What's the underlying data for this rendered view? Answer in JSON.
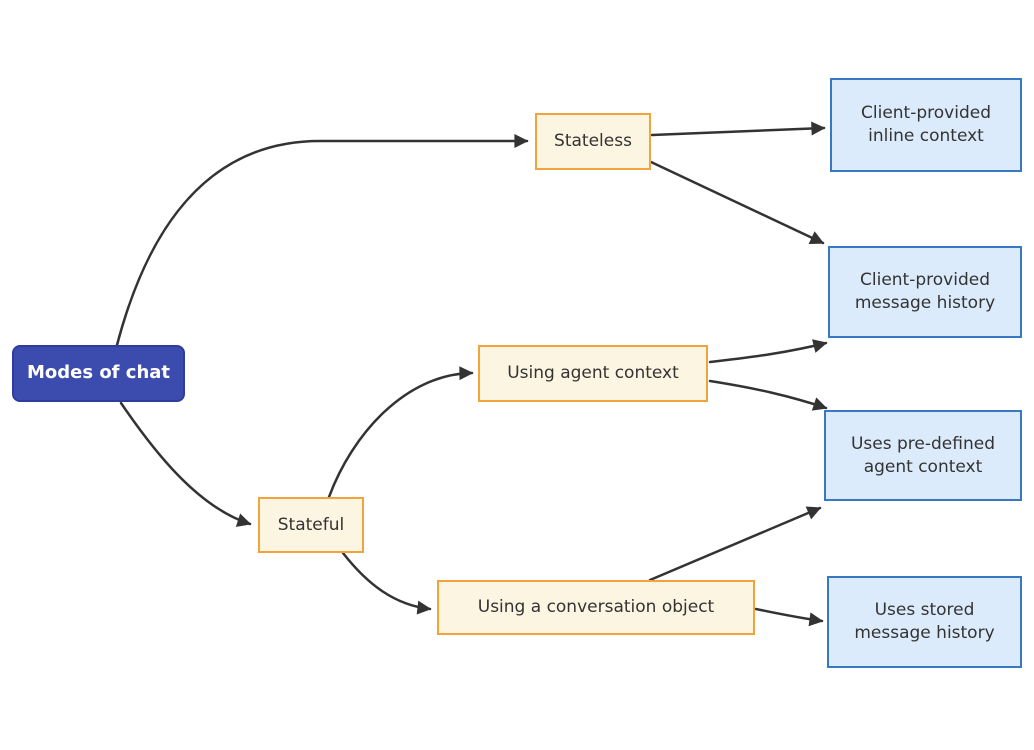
{
  "diagram": {
    "type": "flowchart",
    "direction": "left-to-right",
    "nodes": {
      "root": {
        "label": "Modes of chat",
        "kind": "root"
      },
      "stateless": {
        "label": "Stateless",
        "kind": "decision"
      },
      "stateful": {
        "label": "Stateful",
        "kind": "decision"
      },
      "using_agent_context": {
        "label": "Using agent context",
        "kind": "decision"
      },
      "using_conversation_object": {
        "label": "Using a conversation object",
        "kind": "decision"
      },
      "client_inline_context": {
        "label": "Client-provided inline context",
        "kind": "outcome"
      },
      "client_message_history": {
        "label": "Client-provided message history",
        "kind": "outcome"
      },
      "predefined_agent_context": {
        "label": "Uses pre-defined agent context",
        "kind": "outcome"
      },
      "stored_message_history": {
        "label": "Uses stored message history",
        "kind": "outcome"
      }
    },
    "edges": [
      {
        "from": "Modes of chat",
        "to": "Stateless"
      },
      {
        "from": "Modes of chat",
        "to": "Stateful"
      },
      {
        "from": "Stateless",
        "to": "Client-provided inline context"
      },
      {
        "from": "Stateless",
        "to": "Client-provided message history"
      },
      {
        "from": "Stateful",
        "to": "Using agent context"
      },
      {
        "from": "Stateful",
        "to": "Using a conversation object"
      },
      {
        "from": "Using agent context",
        "to": "Client-provided message history"
      },
      {
        "from": "Using agent context",
        "to": "Uses pre-defined agent context"
      },
      {
        "from": "Using a conversation object",
        "to": "Uses pre-defined agent context"
      },
      {
        "from": "Using a conversation object",
        "to": "Uses stored message history"
      }
    ],
    "colors": {
      "root_fill": "#3C4CAE",
      "root_border": "#2E3C9B",
      "root_text": "#FFFFFF",
      "decision_fill": "#FCF5E2",
      "decision_border": "#F2A43C",
      "outcome_fill": "#DCEBFB",
      "outcome_border": "#3778C2",
      "edge_stroke": "#333333",
      "label_text": "#333333",
      "background": "#FFFFFF"
    }
  }
}
